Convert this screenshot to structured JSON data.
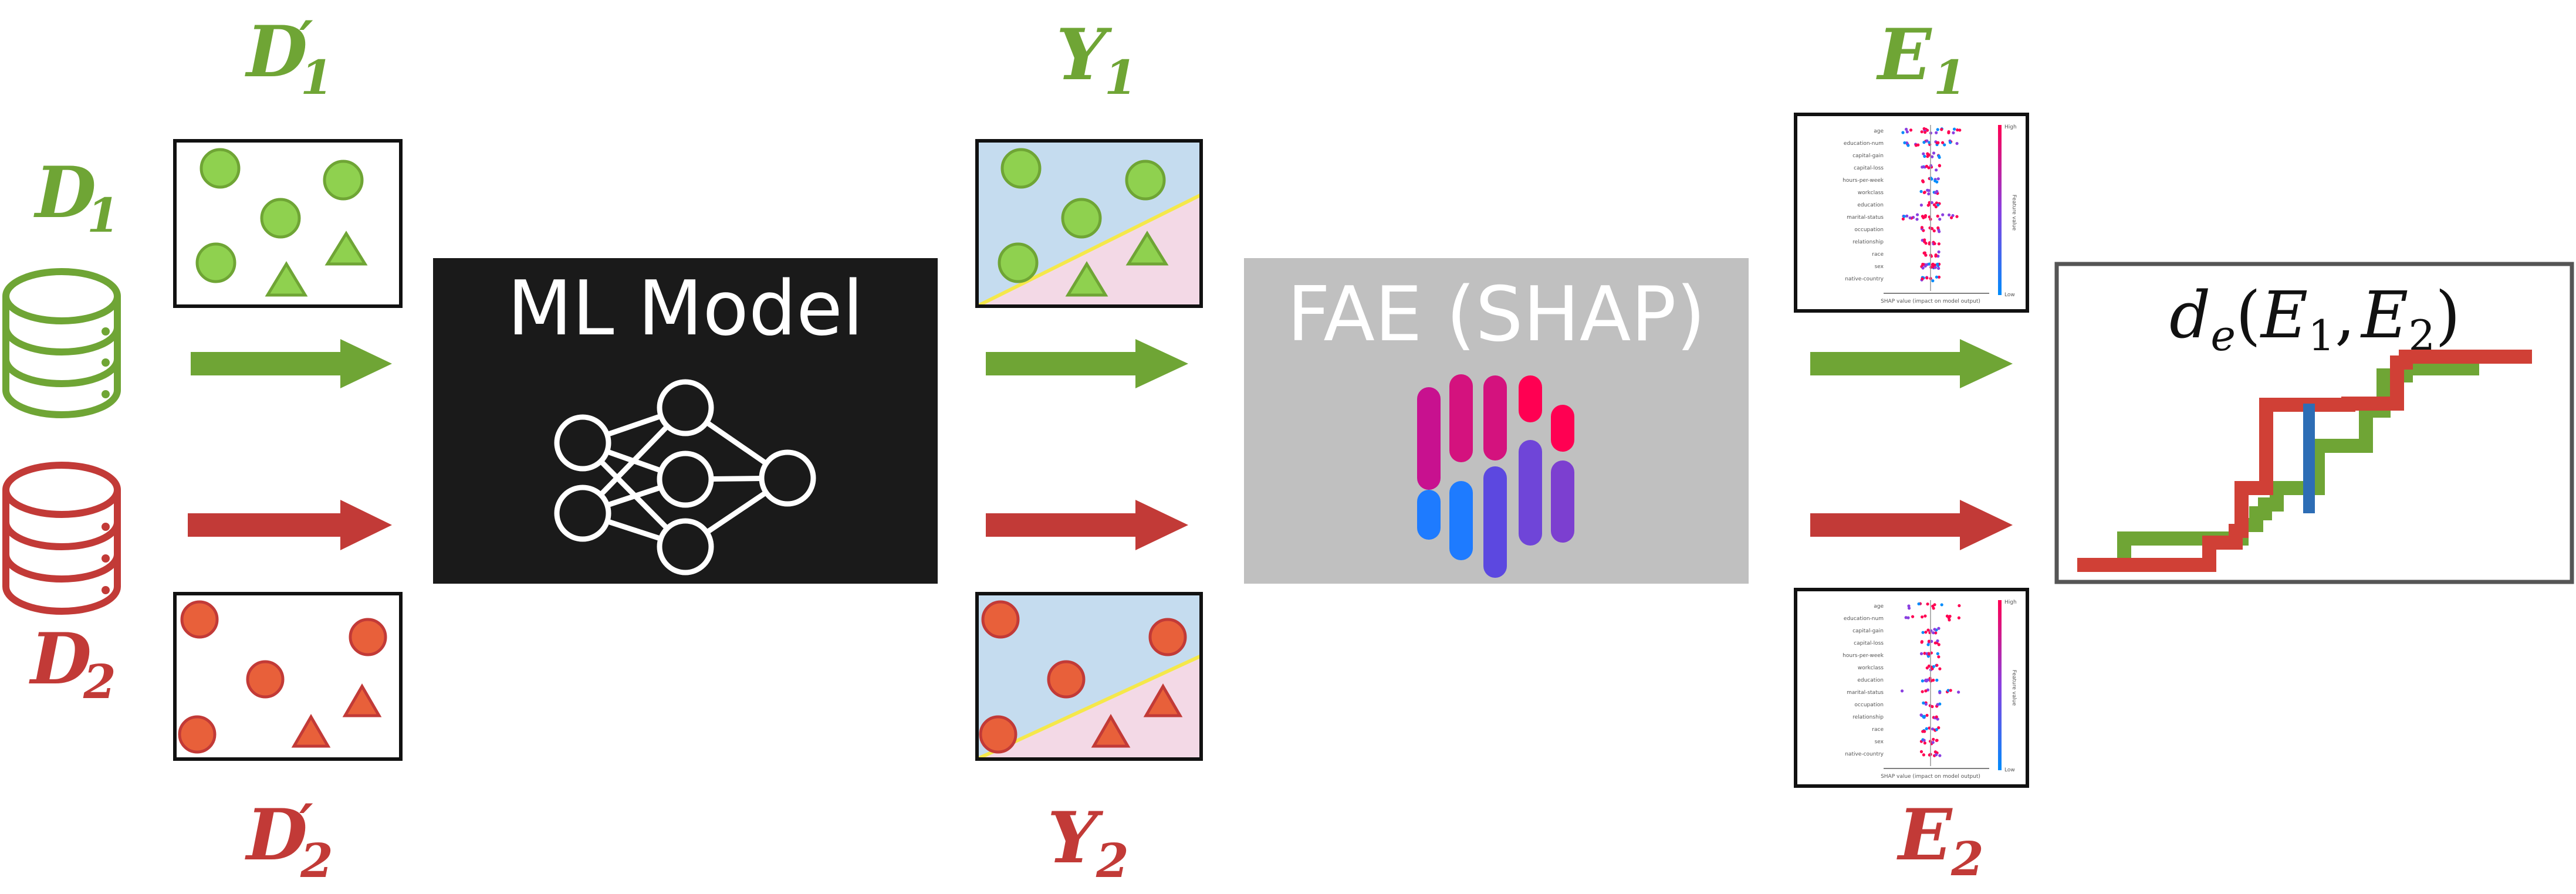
{
  "labels": {
    "d1": "D",
    "d1_sub": "1",
    "d2": "D",
    "d2_sub": "2",
    "d1p": "D",
    "d1p_prime": "′",
    "d1p_sub": "1",
    "d2p": "D",
    "d2p_prime": "′",
    "d2p_sub": "2",
    "y1": "Y",
    "y1_sub": "1",
    "y2": "Y",
    "y2_sub": "2",
    "e1": "E",
    "e1_sub": "1",
    "e2": "E",
    "e2_sub": "2"
  },
  "ml_model": {
    "title": "ML Model"
  },
  "fae": {
    "title": "FAE (SHAP)"
  },
  "distance": {
    "d": "d",
    "d_sub": "e",
    "open": "(",
    "e1": "E",
    "e1_sub": "1",
    "comma": ",",
    "e2": "E",
    "e2_sub": "2",
    "close": ")"
  },
  "shap_plot": {
    "features": [
      "age",
      "education-num",
      "capital-gain",
      "capital-loss",
      "hours-per-week",
      "workclass",
      "education",
      "marital-status",
      "occupation",
      "relationship",
      "race",
      "sex",
      "native-country"
    ],
    "xlabel": "SHAP value (impact on model output)",
    "colorbar_top": "High",
    "colorbar_bottom": "Low",
    "colorbar_label": "Feature value"
  },
  "colors": {
    "green": "#6fa535",
    "red": "#c23a37",
    "black_box": "#1a1a1a",
    "gray_box": "#c0c0c0",
    "blue_region": "#c5dcef",
    "pink_region": "#f3d9e6"
  }
}
